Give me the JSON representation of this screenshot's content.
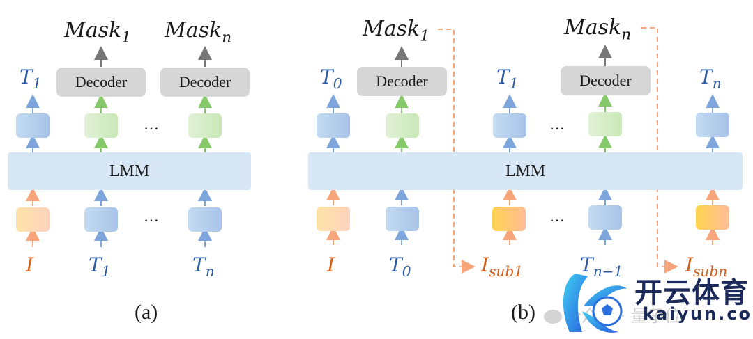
{
  "figure": {
    "panel_a": {
      "caption": "(a)",
      "lmm_label": "LMM",
      "decoder_label": "Decoder",
      "ellipsis": "…",
      "outputs": {
        "mask1": {
          "base": "Mask",
          "sub": "1"
        },
        "maskn": {
          "base": "Mask",
          "sub": "n"
        }
      },
      "top_token": {
        "base": "T",
        "sub": "1"
      },
      "inputs": [
        {
          "base": "I",
          "sub": "",
          "kind": "image"
        },
        {
          "base": "T",
          "sub": "1",
          "kind": "text"
        },
        {
          "base": "T",
          "sub": "n",
          "kind": "text"
        }
      ]
    },
    "panel_b": {
      "caption": "(b)",
      "lmm_label": "LMM",
      "decoder_label": "Decoder",
      "ellipsis": "…",
      "outputs": {
        "mask1": {
          "base": "Mask",
          "sub": "1"
        },
        "maskn": {
          "base": "Mask",
          "sub": "n"
        }
      },
      "top_tokens": [
        {
          "base": "T",
          "sub": "0"
        },
        {
          "base": "T",
          "sub": "1"
        },
        {
          "base": "T",
          "sub": "n"
        }
      ],
      "inputs": [
        {
          "base": "I",
          "sub": "",
          "kind": "image"
        },
        {
          "base": "T",
          "sub": "0",
          "kind": "text"
        },
        {
          "base": "I",
          "sub": "sub1",
          "kind": "sub-image"
        },
        {
          "base": "T",
          "sub": "n−1",
          "kind": "text"
        },
        {
          "base": "I",
          "sub": "subn",
          "kind": "sub-image"
        }
      ]
    },
    "colors": {
      "text_token": "#2d5aa0",
      "image_token": "#d35f1a",
      "lmm_fill": "#d8e7f6",
      "decoder_fill": "#d6d6d6",
      "blue_arrow": "#7ea6dc",
      "green_arrow": "#86c96a",
      "orange_arrow": "#f6a67a",
      "gray_arrow": "#777777",
      "dashed_feedback": "#f6a67a"
    }
  },
  "watermark": {
    "brand_cn": "开云体育",
    "brand_url": "kaiyun.com",
    "wechat_text": "公众号 · 量子位"
  }
}
